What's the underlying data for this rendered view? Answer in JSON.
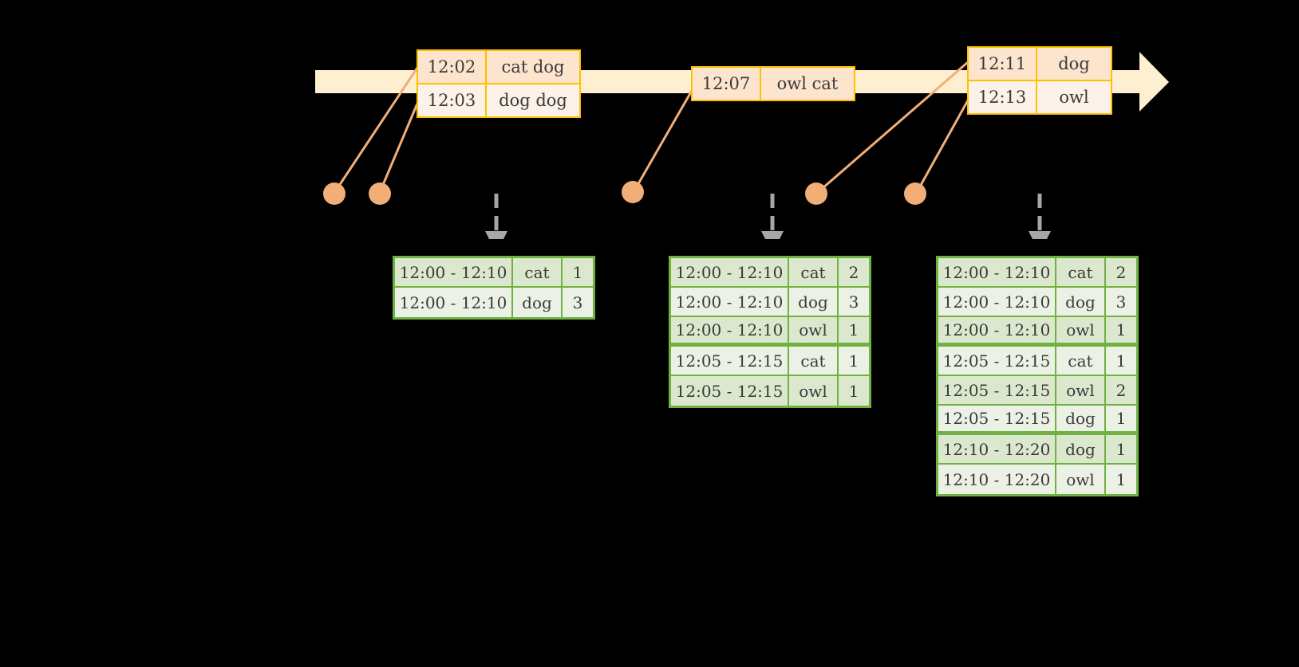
{
  "colors": {
    "background": "#000000",
    "timeline_fill": "#FDEFCF",
    "event_border": "#FFC000",
    "event_shade_a": "#FCE4CD",
    "event_shade_b": "#FDF2E9",
    "dot_fill": "#F2AE77",
    "connector_line": "#F2AE77",
    "table_border": "#6FB242",
    "table_shade_a": "#DCE8CE",
    "table_shade_b": "#ECF1E5",
    "arrow_gray": "#A6A6A6",
    "text": "#3A3A3A"
  },
  "timeline": {
    "name": "event-stream-timeline",
    "direction": "left-to-right",
    "event_boxes": [
      {
        "id": "box-1",
        "rows": [
          {
            "time": "12:02",
            "words": "cat dog"
          },
          {
            "time": "12:03",
            "words": "dog dog"
          }
        ]
      },
      {
        "id": "box-2",
        "rows": [
          {
            "time": "12:07",
            "words": "owl cat"
          }
        ]
      },
      {
        "id": "box-3",
        "rows": [
          {
            "time": "12:11",
            "words": "dog"
          },
          {
            "time": "12:13",
            "words": "owl"
          }
        ]
      }
    ],
    "trigger_dots": [
      {
        "id": "dot-1",
        "source_event": "12:02"
      },
      {
        "id": "dot-2",
        "source_event": "12:03"
      },
      {
        "id": "dot-3",
        "source_event": "12:07"
      },
      {
        "id": "dot-4",
        "source_event": "12:11"
      },
      {
        "id": "dot-5",
        "source_event": "12:13"
      }
    ]
  },
  "results": [
    {
      "id": "result-table-1",
      "rows": [
        {
          "window": "12:00 - 12:10",
          "key": "cat",
          "count": "1",
          "group_end": false
        },
        {
          "window": "12:00 - 12:10",
          "key": "dog",
          "count": "3",
          "group_end": false
        }
      ]
    },
    {
      "id": "result-table-2",
      "rows": [
        {
          "window": "12:00 - 12:10",
          "key": "cat",
          "count": "2",
          "group_end": false
        },
        {
          "window": "12:00 - 12:10",
          "key": "dog",
          "count": "3",
          "group_end": false
        },
        {
          "window": "12:00 - 12:10",
          "key": "owl",
          "count": "1",
          "group_end": true
        },
        {
          "window": "12:05 - 12:15",
          "key": "cat",
          "count": "1",
          "group_end": false
        },
        {
          "window": "12:05 - 12:15",
          "key": "owl",
          "count": "1",
          "group_end": false
        }
      ]
    },
    {
      "id": "result-table-3",
      "rows": [
        {
          "window": "12:00 - 12:10",
          "key": "cat",
          "count": "2",
          "group_end": false
        },
        {
          "window": "12:00 - 12:10",
          "key": "dog",
          "count": "3",
          "group_end": false
        },
        {
          "window": "12:00 - 12:10",
          "key": "owl",
          "count": "1",
          "group_end": true
        },
        {
          "window": "12:05 - 12:15",
          "key": "cat",
          "count": "1",
          "group_end": false
        },
        {
          "window": "12:05 - 12:15",
          "key": "owl",
          "count": "2",
          "group_end": false
        },
        {
          "window": "12:05 - 12:15",
          "key": "dog",
          "count": "1",
          "group_end": true
        },
        {
          "window": "12:10 - 12:20",
          "key": "dog",
          "count": "1",
          "group_end": false
        },
        {
          "window": "12:10 - 12:20",
          "key": "owl",
          "count": "1",
          "group_end": false
        }
      ]
    }
  ]
}
